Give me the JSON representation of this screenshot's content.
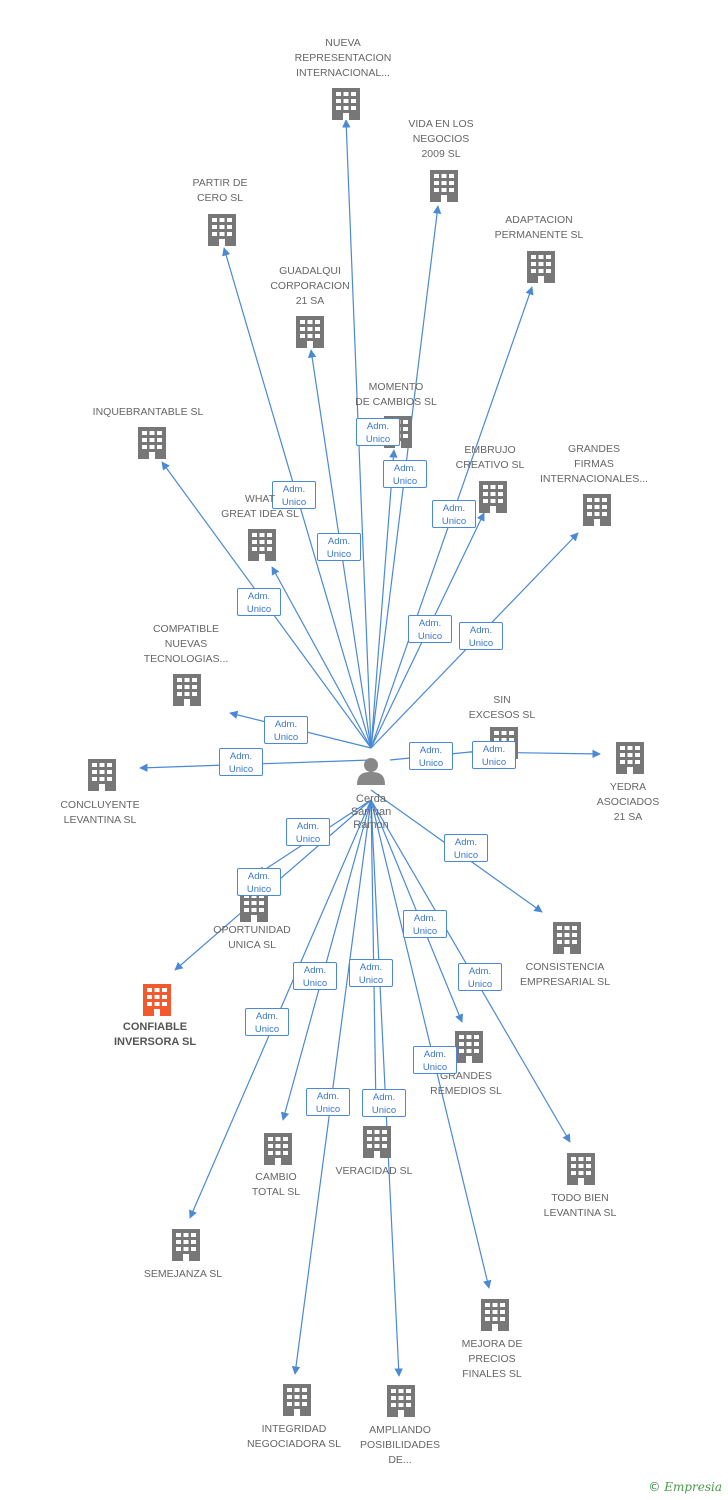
{
  "center": {
    "label": "Cerda\nSanjuan\nRamon"
  },
  "edge_label_text": "Adm.\nUnico",
  "colors": {
    "edge": "#4a89d6",
    "building": "#777777",
    "highlight": "#f2592f",
    "person": "#888888"
  },
  "icons": {
    "building": "building-icon",
    "person": "person-icon"
  },
  "footer": {
    "copyright": "©",
    "brand": "Empresia"
  },
  "companies": [
    {
      "id": "nueva",
      "label": "NUEVA\nREPRESENTACION\nINTERNACIONAL..."
    },
    {
      "id": "vida",
      "label": "VIDA EN LOS\nNEGOCIOS\n2009 SL"
    },
    {
      "id": "partir",
      "label": "PARTIR DE\nCERO SL"
    },
    {
      "id": "adaptacion",
      "label": "ADAPTACION\nPERMANENTE SL"
    },
    {
      "id": "guadalqui",
      "label": "GUADALQUI\nCORPORACION\n21 SA"
    },
    {
      "id": "momento",
      "label": "MOMENTO\nDE CAMBIOS SL"
    },
    {
      "id": "inquebrantable",
      "label": "INQUEBRANTABLE SL"
    },
    {
      "id": "embrujo",
      "label": "EMBRUJO\nCREATIVO SL"
    },
    {
      "id": "grandes_firmas",
      "label": "GRANDES\nFIRMAS\nINTERNACIONALES..."
    },
    {
      "id": "what",
      "label": "WHAT\nGREAT IDEA SL"
    },
    {
      "id": "compatible",
      "label": "COMPATIBLE\nNUEVAS\nTECNOLOGIAS..."
    },
    {
      "id": "sin_excesos",
      "label": "SIN\nEXCESOS SL"
    },
    {
      "id": "concluyente",
      "label": "CONCLUYENTE\nLEVANTINA SL"
    },
    {
      "id": "yedra",
      "label": "YEDRA\nASOCIADOS\n21 SA"
    },
    {
      "id": "oportunidad",
      "label": "OPORTUNIDAD\nUNICA SL"
    },
    {
      "id": "confiable",
      "label": "CONFIABLE\nINVERSORA SL"
    },
    {
      "id": "consistencia",
      "label": "CONSISTENCIA\nEMPRESARIAL SL"
    },
    {
      "id": "grandes_remedios",
      "label": "GRANDES\nREMEDIOS SL"
    },
    {
      "id": "cambio",
      "label": "CAMBIO\nTOTAL SL"
    },
    {
      "id": "veracidad",
      "label": "VERACIDAD SL"
    },
    {
      "id": "todo_bien",
      "label": "TODO BIEN\nLEVANTINA SL"
    },
    {
      "id": "semejanza",
      "label": "SEMEJANZA SL"
    },
    {
      "id": "mejora",
      "label": "MEJORA DE\nPRECIOS\nFINALES SL"
    },
    {
      "id": "integridad",
      "label": "INTEGRIDAD\nNEGOCIADORA SL"
    },
    {
      "id": "ampliando",
      "label": "AMPLIANDO\nPOSIBILIDADES\nDE..."
    }
  ]
}
